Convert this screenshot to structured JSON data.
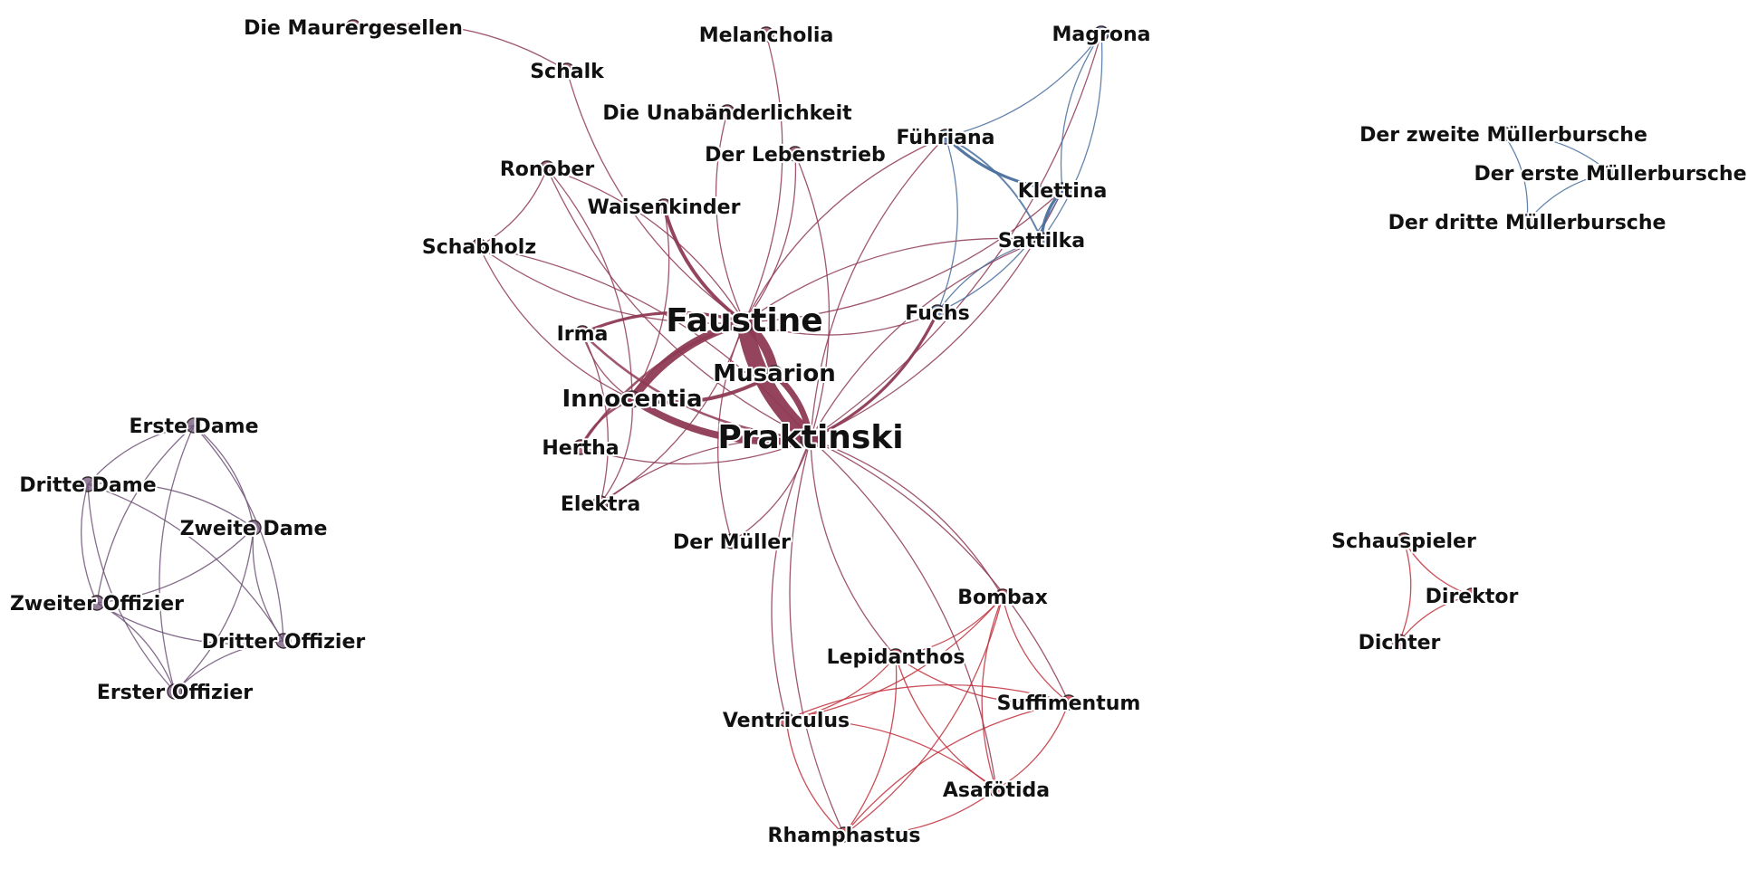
{
  "colors": {
    "crimson": "#8e3a54",
    "blue": "#4a6f9e",
    "purple": "#6f5478",
    "red": "#c1303c"
  },
  "nodes": [
    {
      "id": "faustine",
      "label": "Faustine",
      "group": "crimson",
      "size": "xl"
    },
    {
      "id": "praktinski",
      "label": "Praktinski",
      "group": "crimson",
      "size": "xl"
    },
    {
      "id": "musarion",
      "label": "Musarion",
      "group": "crimson",
      "size": "l"
    },
    {
      "id": "innocentia",
      "label": "Innocentia",
      "group": "crimson",
      "size": "l"
    },
    {
      "id": "irma",
      "label": "Irma",
      "group": "crimson",
      "size": "m"
    },
    {
      "id": "hertha",
      "label": "Hertha",
      "group": "crimson",
      "size": "m"
    },
    {
      "id": "elektra",
      "label": "Elektra",
      "group": "crimson",
      "size": "m"
    },
    {
      "id": "dermueller",
      "label": "Der Müller",
      "group": "crimson",
      "size": "m"
    },
    {
      "id": "schabholz",
      "label": "Schabholz",
      "group": "crimson",
      "size": "m"
    },
    {
      "id": "ronober",
      "label": "Ronober",
      "group": "crimson",
      "size": "m"
    },
    {
      "id": "waisenkinder",
      "label": "Waisenkinder",
      "group": "crimson",
      "size": "m"
    },
    {
      "id": "schalk",
      "label": "Schalk",
      "group": "crimson",
      "size": "m"
    },
    {
      "id": "maurer",
      "label": "Die Maurergesellen",
      "group": "crimson",
      "size": "m"
    },
    {
      "id": "melancholia",
      "label": "Melancholia",
      "group": "crimson",
      "size": "m"
    },
    {
      "id": "unabaend",
      "label": "Die Unabänderlichkeit",
      "group": "crimson",
      "size": "m"
    },
    {
      "id": "lebenstrieb",
      "label": "Der Lebenstrieb",
      "group": "crimson",
      "size": "m"
    },
    {
      "id": "fuehriana",
      "label": "Führiana",
      "group": "blue",
      "size": "m"
    },
    {
      "id": "magrona",
      "label": "Magrona",
      "group": "blue",
      "size": "m"
    },
    {
      "id": "klettina",
      "label": "Klettina",
      "group": "blue",
      "size": "m"
    },
    {
      "id": "sattilka",
      "label": "Sattilka",
      "group": "blue",
      "size": "m"
    },
    {
      "id": "fuchs",
      "label": "Fuchs",
      "group": "blue",
      "size": "m"
    },
    {
      "id": "zweiterMb",
      "label": "Der zweite Müllerbursche",
      "group": "blue",
      "size": "m"
    },
    {
      "id": "ersterMb",
      "label": "Der erste Müllerbursche",
      "group": "blue",
      "size": "m"
    },
    {
      "id": "dritterMb",
      "label": "Der dritte Müllerbursche",
      "group": "blue",
      "size": "m"
    },
    {
      "id": "ersteDame",
      "label": "Erste Dame",
      "group": "purple",
      "size": "m"
    },
    {
      "id": "dritteDame",
      "label": "Dritte Dame",
      "group": "purple",
      "size": "m"
    },
    {
      "id": "zweiteDame",
      "label": "Zweite Dame",
      "group": "purple",
      "size": "m"
    },
    {
      "id": "zweiterOff",
      "label": "Zweiter Offizier",
      "group": "purple",
      "size": "m"
    },
    {
      "id": "dritterOff",
      "label": "Dritter Offizier",
      "group": "purple",
      "size": "m"
    },
    {
      "id": "ersterOff",
      "label": "Erster Offizier",
      "group": "purple",
      "size": "m"
    },
    {
      "id": "bombax",
      "label": "Bombax",
      "group": "red",
      "size": "m"
    },
    {
      "id": "lepidanthos",
      "label": "Lepidanthos",
      "group": "red",
      "size": "m"
    },
    {
      "id": "suffimentum",
      "label": "Suffimentum",
      "group": "red",
      "size": "m"
    },
    {
      "id": "ventriculus",
      "label": "Ventriculus",
      "group": "red",
      "size": "m"
    },
    {
      "id": "asafoetida",
      "label": "Asafötida",
      "group": "red",
      "size": "m"
    },
    {
      "id": "rhamphastus",
      "label": "Rhamphastus",
      "group": "red",
      "size": "m"
    },
    {
      "id": "schauspieler",
      "label": "Schauspieler",
      "group": "red",
      "size": "m"
    },
    {
      "id": "direktor",
      "label": "Direktor",
      "group": "red",
      "size": "m"
    },
    {
      "id": "dichter",
      "label": "Dichter",
      "group": "red",
      "size": "m"
    }
  ],
  "edges": [
    {
      "source": "faustine",
      "target": "praktinski",
      "weight": 14
    },
    {
      "source": "faustine",
      "target": "musarion",
      "weight": 8
    },
    {
      "source": "faustine",
      "target": "innocentia",
      "weight": 7
    },
    {
      "source": "praktinski",
      "target": "innocentia",
      "weight": 6
    },
    {
      "source": "praktinski",
      "target": "musarion",
      "weight": 5
    },
    {
      "source": "musarion",
      "target": "innocentia",
      "weight": 3
    },
    {
      "source": "faustine",
      "target": "irma",
      "weight": 2.5
    },
    {
      "source": "faustine",
      "target": "waisenkinder",
      "weight": 3
    },
    {
      "source": "faustine",
      "target": "hertha",
      "weight": 2
    },
    {
      "source": "praktinski",
      "target": "irma",
      "weight": 2
    },
    {
      "source": "praktinski",
      "target": "fuchs",
      "weight": 2.5
    },
    {
      "source": "praktinski",
      "target": "hertha",
      "weight": 1
    },
    {
      "source": "praktinski",
      "target": "elektra",
      "weight": 1
    },
    {
      "source": "praktinski",
      "target": "dermueller",
      "weight": 1
    },
    {
      "source": "praktinski",
      "target": "schabholz",
      "weight": 1
    },
    {
      "source": "praktinski",
      "target": "ronober",
      "weight": 1
    },
    {
      "source": "praktinski",
      "target": "lebenstrieb",
      "weight": 1
    },
    {
      "source": "praktinski",
      "target": "fuehriana",
      "weight": 1
    },
    {
      "source": "praktinski",
      "target": "klettina",
      "weight": 1
    },
    {
      "source": "praktinski",
      "target": "sattilka",
      "weight": 1
    },
    {
      "source": "praktinski",
      "target": "magrona",
      "weight": 1
    },
    {
      "source": "praktinski",
      "target": "bombax",
      "weight": 1
    },
    {
      "source": "praktinski",
      "target": "lepidanthos",
      "weight": 1
    },
    {
      "source": "praktinski",
      "target": "suffimentum",
      "weight": 1
    },
    {
      "source": "praktinski",
      "target": "ventriculus",
      "weight": 1
    },
    {
      "source": "praktinski",
      "target": "asafoetida",
      "weight": 1
    },
    {
      "source": "praktinski",
      "target": "rhamphastus",
      "weight": 1
    },
    {
      "source": "faustine",
      "target": "schabholz",
      "weight": 1
    },
    {
      "source": "faustine",
      "target": "ronober",
      "weight": 1
    },
    {
      "source": "faustine",
      "target": "schalk",
      "weight": 1
    },
    {
      "source": "faustine",
      "target": "melancholia",
      "weight": 1
    },
    {
      "source": "faustine",
      "target": "unabaend",
      "weight": 1
    },
    {
      "source": "faustine",
      "target": "lebenstrieb",
      "weight": 1
    },
    {
      "source": "faustine",
      "target": "fuehriana",
      "weight": 1
    },
    {
      "source": "faustine",
      "target": "klettina",
      "weight": 1
    },
    {
      "source": "faustine",
      "target": "sattilka",
      "weight": 1
    },
    {
      "source": "faustine",
      "target": "fuchs",
      "weight": 1
    },
    {
      "source": "faustine",
      "target": "elektra",
      "weight": 1
    },
    {
      "source": "faustine",
      "target": "dermueller",
      "weight": 1
    },
    {
      "source": "innocentia",
      "target": "irma",
      "weight": 1
    },
    {
      "source": "innocentia",
      "target": "hertha",
      "weight": 2
    },
    {
      "source": "innocentia",
      "target": "elektra",
      "weight": 1
    },
    {
      "source": "innocentia",
      "target": "ronober",
      "weight": 1
    },
    {
      "source": "innocentia",
      "target": "schabholz",
      "weight": 1
    },
    {
      "source": "innocentia",
      "target": "waisenkinder",
      "weight": 1
    },
    {
      "source": "ronober",
      "target": "schabholz",
      "weight": 1
    },
    {
      "source": "schalk",
      "target": "maurer",
      "weight": 1
    },
    {
      "source": "irma",
      "target": "elektra",
      "weight": 1
    },
    {
      "source": "fuehriana",
      "target": "klettina",
      "weight": 2.5
    },
    {
      "source": "fuehriana",
      "target": "sattilka",
      "weight": 1.5
    },
    {
      "source": "fuehriana",
      "target": "magrona",
      "weight": 1
    },
    {
      "source": "fuehriana",
      "target": "fuchs",
      "weight": 1
    },
    {
      "source": "magrona",
      "target": "klettina",
      "weight": 1
    },
    {
      "source": "magrona",
      "target": "sattilka",
      "weight": 1
    },
    {
      "source": "klettina",
      "target": "sattilka",
      "weight": 2.5
    },
    {
      "source": "klettina",
      "target": "fuchs",
      "weight": 1
    },
    {
      "source": "sattilka",
      "target": "fuchs",
      "weight": 1
    },
    {
      "source": "zweiterMb",
      "target": "ersterMb",
      "weight": 1
    },
    {
      "source": "ersterMb",
      "target": "dritterMb",
      "weight": 1
    },
    {
      "source": "zweiterMb",
      "target": "dritterMb",
      "weight": 1
    },
    {
      "source": "ersteDame",
      "target": "dritteDame",
      "weight": 1
    },
    {
      "source": "ersteDame",
      "target": "zweiteDame",
      "weight": 1
    },
    {
      "source": "ersteDame",
      "target": "zweiterOff",
      "weight": 1
    },
    {
      "source": "ersteDame",
      "target": "dritterOff",
      "weight": 1
    },
    {
      "source": "ersteDame",
      "target": "ersterOff",
      "weight": 1
    },
    {
      "source": "dritteDame",
      "target": "zweiteDame",
      "weight": 1
    },
    {
      "source": "dritteDame",
      "target": "zweiterOff",
      "weight": 1
    },
    {
      "source": "dritteDame",
      "target": "dritterOff",
      "weight": 1
    },
    {
      "source": "dritteDame",
      "target": "ersterOff",
      "weight": 1
    },
    {
      "source": "zweiteDame",
      "target": "zweiterOff",
      "weight": 1
    },
    {
      "source": "zweiteDame",
      "target": "dritterOff",
      "weight": 1
    },
    {
      "source": "zweiteDame",
      "target": "ersterOff",
      "weight": 1
    },
    {
      "source": "zweiterOff",
      "target": "dritterOff",
      "weight": 1
    },
    {
      "source": "zweiterOff",
      "target": "ersterOff",
      "weight": 1
    },
    {
      "source": "dritterOff",
      "target": "ersterOff",
      "weight": 1
    },
    {
      "source": "bombax",
      "target": "lepidanthos",
      "weight": 1
    },
    {
      "source": "bombax",
      "target": "suffimentum",
      "weight": 1
    },
    {
      "source": "bombax",
      "target": "ventriculus",
      "weight": 1
    },
    {
      "source": "bombax",
      "target": "asafoetida",
      "weight": 1
    },
    {
      "source": "bombax",
      "target": "rhamphastus",
      "weight": 1
    },
    {
      "source": "lepidanthos",
      "target": "suffimentum",
      "weight": 1
    },
    {
      "source": "lepidanthos",
      "target": "ventriculus",
      "weight": 1
    },
    {
      "source": "lepidanthos",
      "target": "asafoetida",
      "weight": 1
    },
    {
      "source": "lepidanthos",
      "target": "rhamphastus",
      "weight": 1
    },
    {
      "source": "suffimentum",
      "target": "ventriculus",
      "weight": 1
    },
    {
      "source": "suffimentum",
      "target": "asafoetida",
      "weight": 1
    },
    {
      "source": "suffimentum",
      "target": "rhamphastus",
      "weight": 1
    },
    {
      "source": "ventriculus",
      "target": "asafoetida",
      "weight": 1
    },
    {
      "source": "ventriculus",
      "target": "rhamphastus",
      "weight": 1
    },
    {
      "source": "asafoetida",
      "target": "rhamphastus",
      "weight": 1
    },
    {
      "source": "schauspieler",
      "target": "direktor",
      "weight": 1
    },
    {
      "source": "schauspieler",
      "target": "dichter",
      "weight": 1
    },
    {
      "source": "direktor",
      "target": "dichter",
      "weight": 1
    }
  ]
}
